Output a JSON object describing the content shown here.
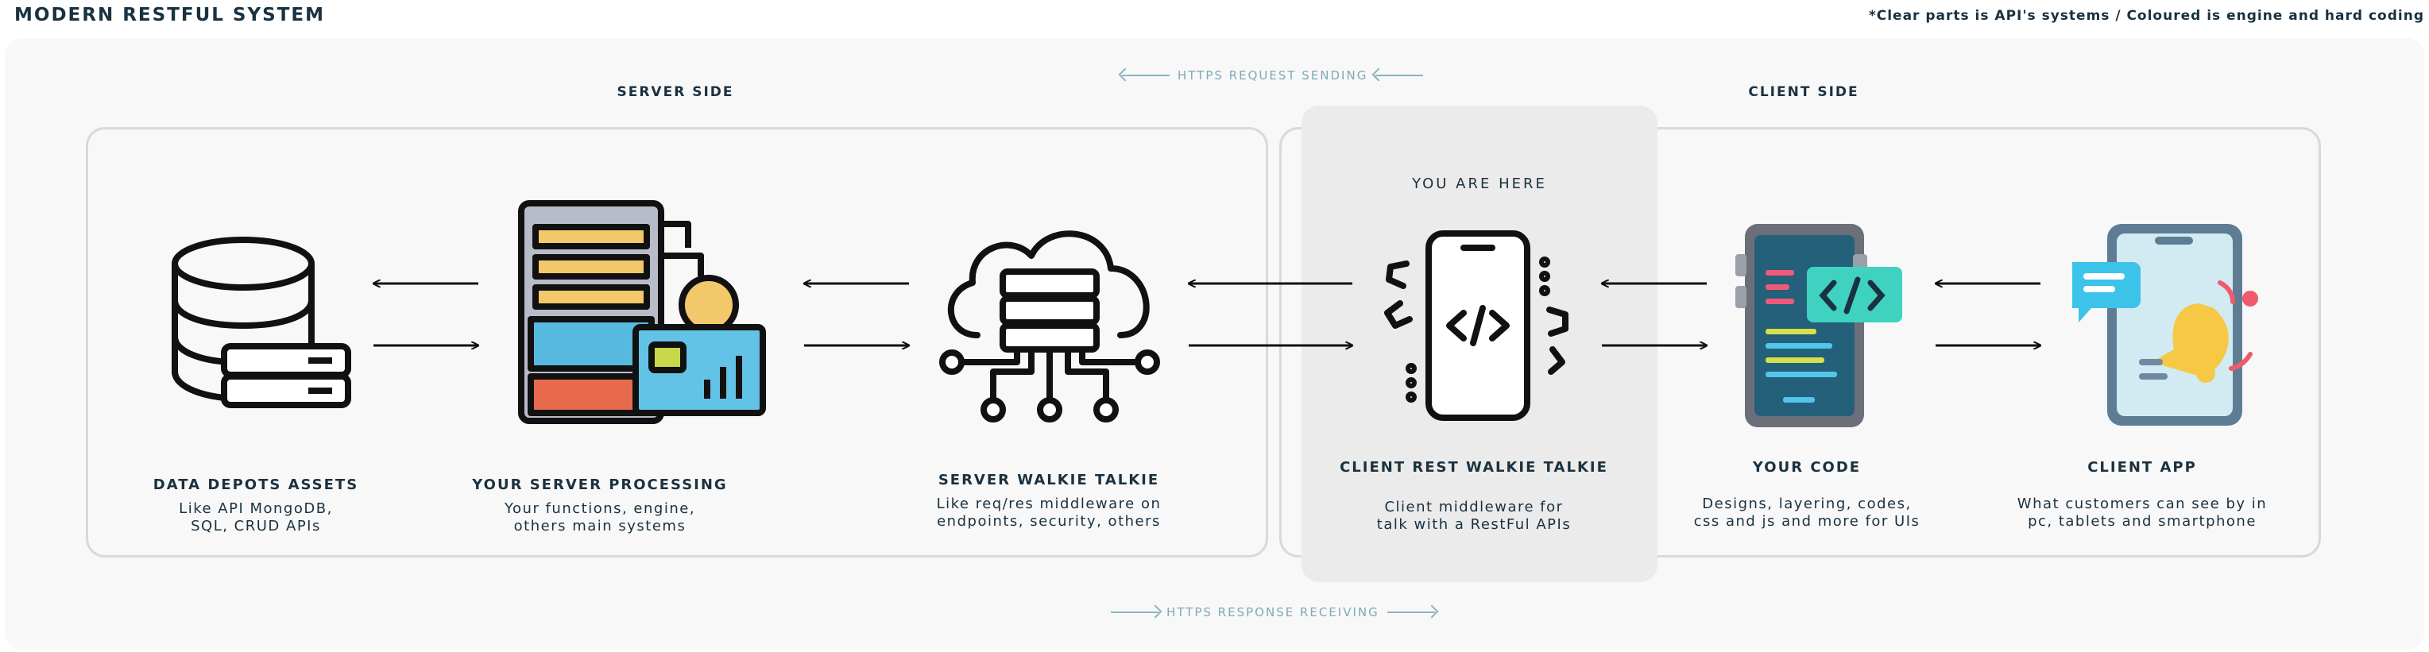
{
  "title": "MODERN RESTFUL SYSTEM",
  "note": "*Clear parts is API's systems / Coloured is engine and hard coding",
  "sections": {
    "server": "SERVER SIDE",
    "client": "CLIENT SIDE"
  },
  "flows": {
    "request": "HTTPS REQUEST SENDING",
    "response": "HTTPS RESPONSE RECEIVING"
  },
  "here_label": "YOU ARE HERE",
  "nodes": [
    {
      "title": "DATA DEPOTS ASSETS",
      "desc1": "Like API MongoDB,",
      "desc2": "SQL, CRUD APIs",
      "icon": "database-icon"
    },
    {
      "title": "YOUR SERVER PROCESSING",
      "desc1": "Your functions, engine,",
      "desc2": "others main systems",
      "icon": "server-rack-icon"
    },
    {
      "title": "SERVER WALKIE TALKIE",
      "desc1": "Like req/res middleware on",
      "desc2": "endpoints, security, others",
      "icon": "cloud-server-icon"
    },
    {
      "title": "CLIENT REST WALKIE TALKIE",
      "desc1": "Client middleware for",
      "desc2": "talk with a RestFul APIs",
      "icon": "phone-code-icon"
    },
    {
      "title": "YOUR CODE",
      "desc1": "Designs, layering, codes,",
      "desc2": "css and js and more for UIs",
      "icon": "code-phone-icon"
    },
    {
      "title": "CLIENT APP",
      "desc1": "What customers can see by in",
      "desc2": "pc, tablets and smartphone",
      "icon": "app-phone-icon"
    }
  ],
  "colors": {
    "ink": "#1a3140",
    "flow": "#7fa9b8",
    "panel": "#f8f8f8",
    "box": "#d9d9d9",
    "here": "#ebebeb"
  }
}
